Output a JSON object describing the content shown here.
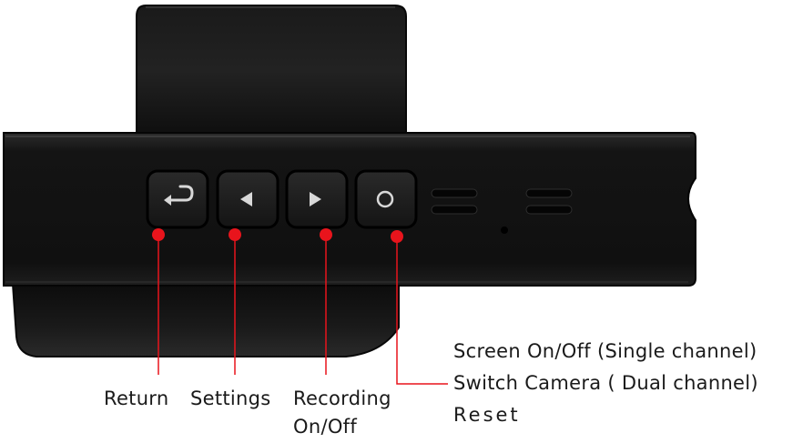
{
  "colors": {
    "device_body": "#121212",
    "device_highlight": "#2a2a2a",
    "button_face": "#1c1c1c",
    "button_border": "#050505",
    "callout_marker": "#e8141c",
    "callout_line": "#e8141c",
    "label_text": "#1a1a1a",
    "background": "#ffffff"
  },
  "device": {
    "buttons": [
      {
        "icon": "return-arrow-icon"
      },
      {
        "icon": "triangle-left-icon"
      },
      {
        "icon": "triangle-right-icon"
      },
      {
        "icon": "circle-icon"
      }
    ],
    "extras": [
      "vent-slots-left",
      "reset-pinhole",
      "vent-slots-right"
    ]
  },
  "callouts": {
    "return": {
      "text": "Return"
    },
    "settings": {
      "text": "Settings"
    },
    "recording": {
      "line1": "Recording",
      "line2": "On/Off"
    },
    "power": {
      "line1": "Screen On/Off (Single channel)",
      "line2": "Switch Camera ( Dual channel)",
      "line3": "Reset"
    }
  }
}
